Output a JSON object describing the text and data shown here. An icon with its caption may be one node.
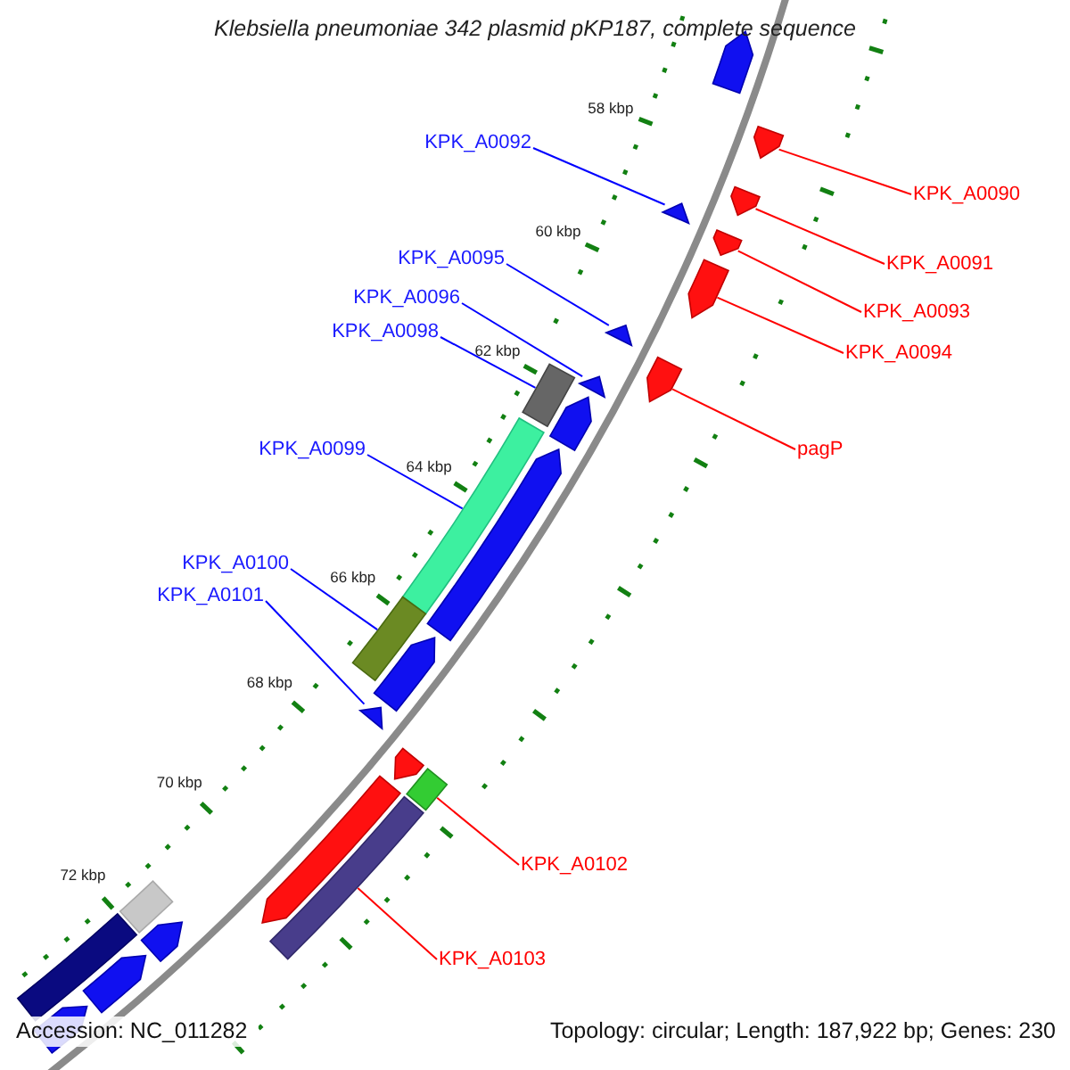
{
  "diagram": {
    "title": "Klebsiella pneumoniae 342 plasmid pKP187, complete sequence",
    "nodes": [
      {
        "text": [
          "KPK_A0092"
        ]
      },
      {
        "text": [
          "KPK_A0090"
        ]
      },
      {
        "text": [
          "KPK_A0095"
        ]
      },
      {
        "text": [
          "KPK_A0091"
        ]
      },
      {
        "text": [
          "KPK_A0096"
        ]
      },
      {
        "text": [
          "KPK_A0093"
        ]
      },
      {
        "text": [
          "KPK_A0098"
        ]
      },
      {
        "text": [
          "KPK_A0094"
        ]
      },
      {
        "text": [
          "KPK_A0099"
        ]
      },
      {
        "text": [
          "pagP"
        ]
      },
      {
        "text": [
          "KPK_A0100"
        ]
      },
      {
        "text": [
          "KPK_A0101"
        ]
      },
      {
        "text": [
          "KPK_A0102"
        ]
      },
      {
        "text": [
          "KPK_A0103"
        ]
      },
      {
        "text": [],
        "shape": "arrow"
      },
      {
        "text": [],
        "shape": "arrow"
      },
      {
        "text": [],
        "shape": "arrow"
      },
      {
        "text": [],
        "shape": "arrow"
      },
      {
        "text": [],
        "shape": "arrow"
      },
      {
        "text": [],
        "shape": "arrow"
      },
      {
        "text": [],
        "shape": "bar"
      },
      {
        "text": [],
        "shape": "arrow"
      },
      {
        "text": [],
        "shape": "bar"
      },
      {
        "text": [],
        "shape": "arrow"
      },
      {
        "text": [],
        "shape": "bar"
      },
      {
        "text": [],
        "shape": "arrow"
      },
      {
        "text": [],
        "shape": "bar"
      },
      {
        "text": [],
        "shape": "bar"
      },
      {
        "text": [],
        "shape": "arrow"
      },
      {
        "text": [],
        "shape": "arrow"
      },
      {
        "text": [],
        "shape": "arrow"
      },
      {
        "text": [],
        "shape": "arrow"
      },
      {
        "text": [],
        "shape": "arrow"
      },
      {
        "text": [],
        "shape": "arrow"
      },
      {
        "text": [],
        "shape": "bar"
      },
      {
        "text": [],
        "shape": "bar"
      },
      {
        "text": [],
        "shape": "arrow"
      },
      {
        "text": [],
        "shape": "arrow"
      },
      {
        "text": [],
        "shape": "arrow"
      }
    ],
    "edges": [
      {
        "from": 0,
        "to": 14,
        "arrow": "none",
        "color": "#0000ff"
      },
      {
        "from": 1,
        "to": 15,
        "arrow": "none",
        "color": "#ff0000"
      },
      {
        "from": 2,
        "to": 16,
        "arrow": "none",
        "color": "#0000ff"
      },
      {
        "from": 3,
        "to": 17,
        "arrow": "none",
        "color": "#ff0000"
      },
      {
        "from": 4,
        "to": 18,
        "arrow": "none",
        "color": "#0000ff"
      },
      {
        "from": 5,
        "to": 19,
        "arrow": "none",
        "color": "#ff0000"
      },
      {
        "from": 6,
        "to": 20,
        "arrow": "none",
        "color": "#0000ff"
      },
      {
        "from": 7,
        "to": 21,
        "arrow": "none",
        "color": "#ff0000"
      },
      {
        "from": 8,
        "to": 22,
        "arrow": "none",
        "color": "#0000ff"
      },
      {
        "from": 9,
        "to": 23,
        "arrow": "none",
        "color": "#ff0000"
      },
      {
        "from": 10,
        "to": 24,
        "arrow": "none",
        "color": "#0000ff"
      },
      {
        "from": 11,
        "to": 25,
        "arrow": "none",
        "color": "#0000ff"
      },
      {
        "from": 12,
        "to": 26,
        "arrow": "none",
        "color": "#ff0000"
      },
      {
        "from": 13,
        "to": 27,
        "arrow": "none",
        "color": "#ff0000"
      }
    ],
    "labels": [
      "58 kbp",
      "60 kbp",
      "62 kbp",
      "64 kbp",
      "66 kbp",
      "68 kbp",
      "70 kbp",
      "72 kbp",
      "Accession: NC_011282",
      "Topology: circular; Length: 187,922 bp; Genes: 230"
    ]
  }
}
